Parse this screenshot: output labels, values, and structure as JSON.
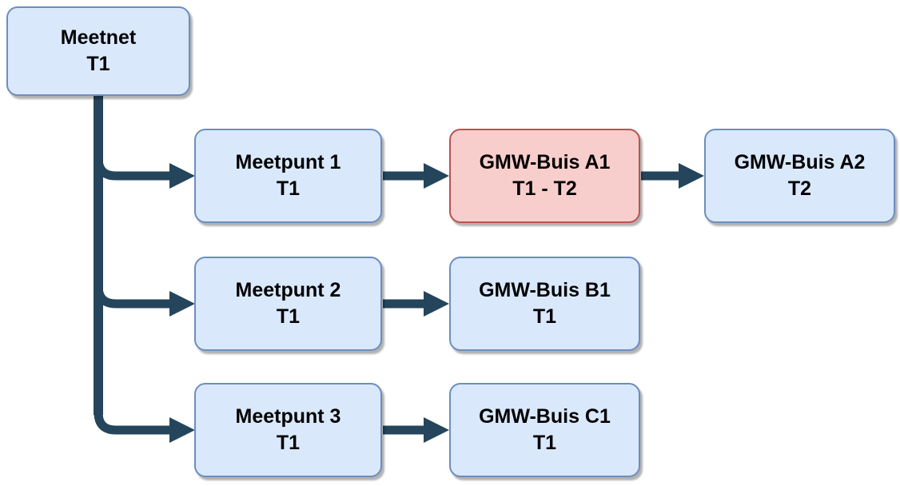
{
  "diagram": {
    "type": "flowchart",
    "nodes": {
      "meetnet": {
        "label": "Meetnet",
        "sublabel": "T1",
        "style": "blue",
        "highlighted": false
      },
      "meetpunt1": {
        "label": "Meetpunt 1",
        "sublabel": "T1",
        "style": "blue",
        "highlighted": false
      },
      "gmw_a1": {
        "label": "GMW-Buis A1",
        "sublabel": "T1 - T2",
        "style": "red",
        "highlighted": true
      },
      "gmw_a2": {
        "label": "GMW-Buis A2",
        "sublabel": "T2",
        "style": "blue",
        "highlighted": false
      },
      "meetpunt2": {
        "label": "Meetpunt 2",
        "sublabel": "T1",
        "style": "blue",
        "highlighted": false
      },
      "gmw_b1": {
        "label": "GMW-Buis B1",
        "sublabel": "T1",
        "style": "blue",
        "highlighted": false
      },
      "meetpunt3": {
        "label": "Meetpunt 3",
        "sublabel": "T1",
        "style": "blue",
        "highlighted": false
      },
      "gmw_c1": {
        "label": "GMW-Buis C1",
        "sublabel": "T1",
        "style": "blue",
        "highlighted": false
      }
    },
    "edges": [
      {
        "from": "meetnet",
        "to": "meetpunt1"
      },
      {
        "from": "meetnet",
        "to": "meetpunt2"
      },
      {
        "from": "meetnet",
        "to": "meetpunt3"
      },
      {
        "from": "meetpunt1",
        "to": "gmw_a1"
      },
      {
        "from": "gmw_a1",
        "to": "gmw_a2"
      },
      {
        "from": "meetpunt2",
        "to": "gmw_b1"
      },
      {
        "from": "meetpunt3",
        "to": "gmw_c1"
      }
    ],
    "colors": {
      "background": "#ffffff",
      "text": "#000000",
      "connector": "#24455c",
      "node_fill_blue": "#dae8fc",
      "node_border_blue": "#6c8ebf",
      "node_fill_red": "#f8cecc",
      "node_border_red": "#b85450"
    }
  }
}
